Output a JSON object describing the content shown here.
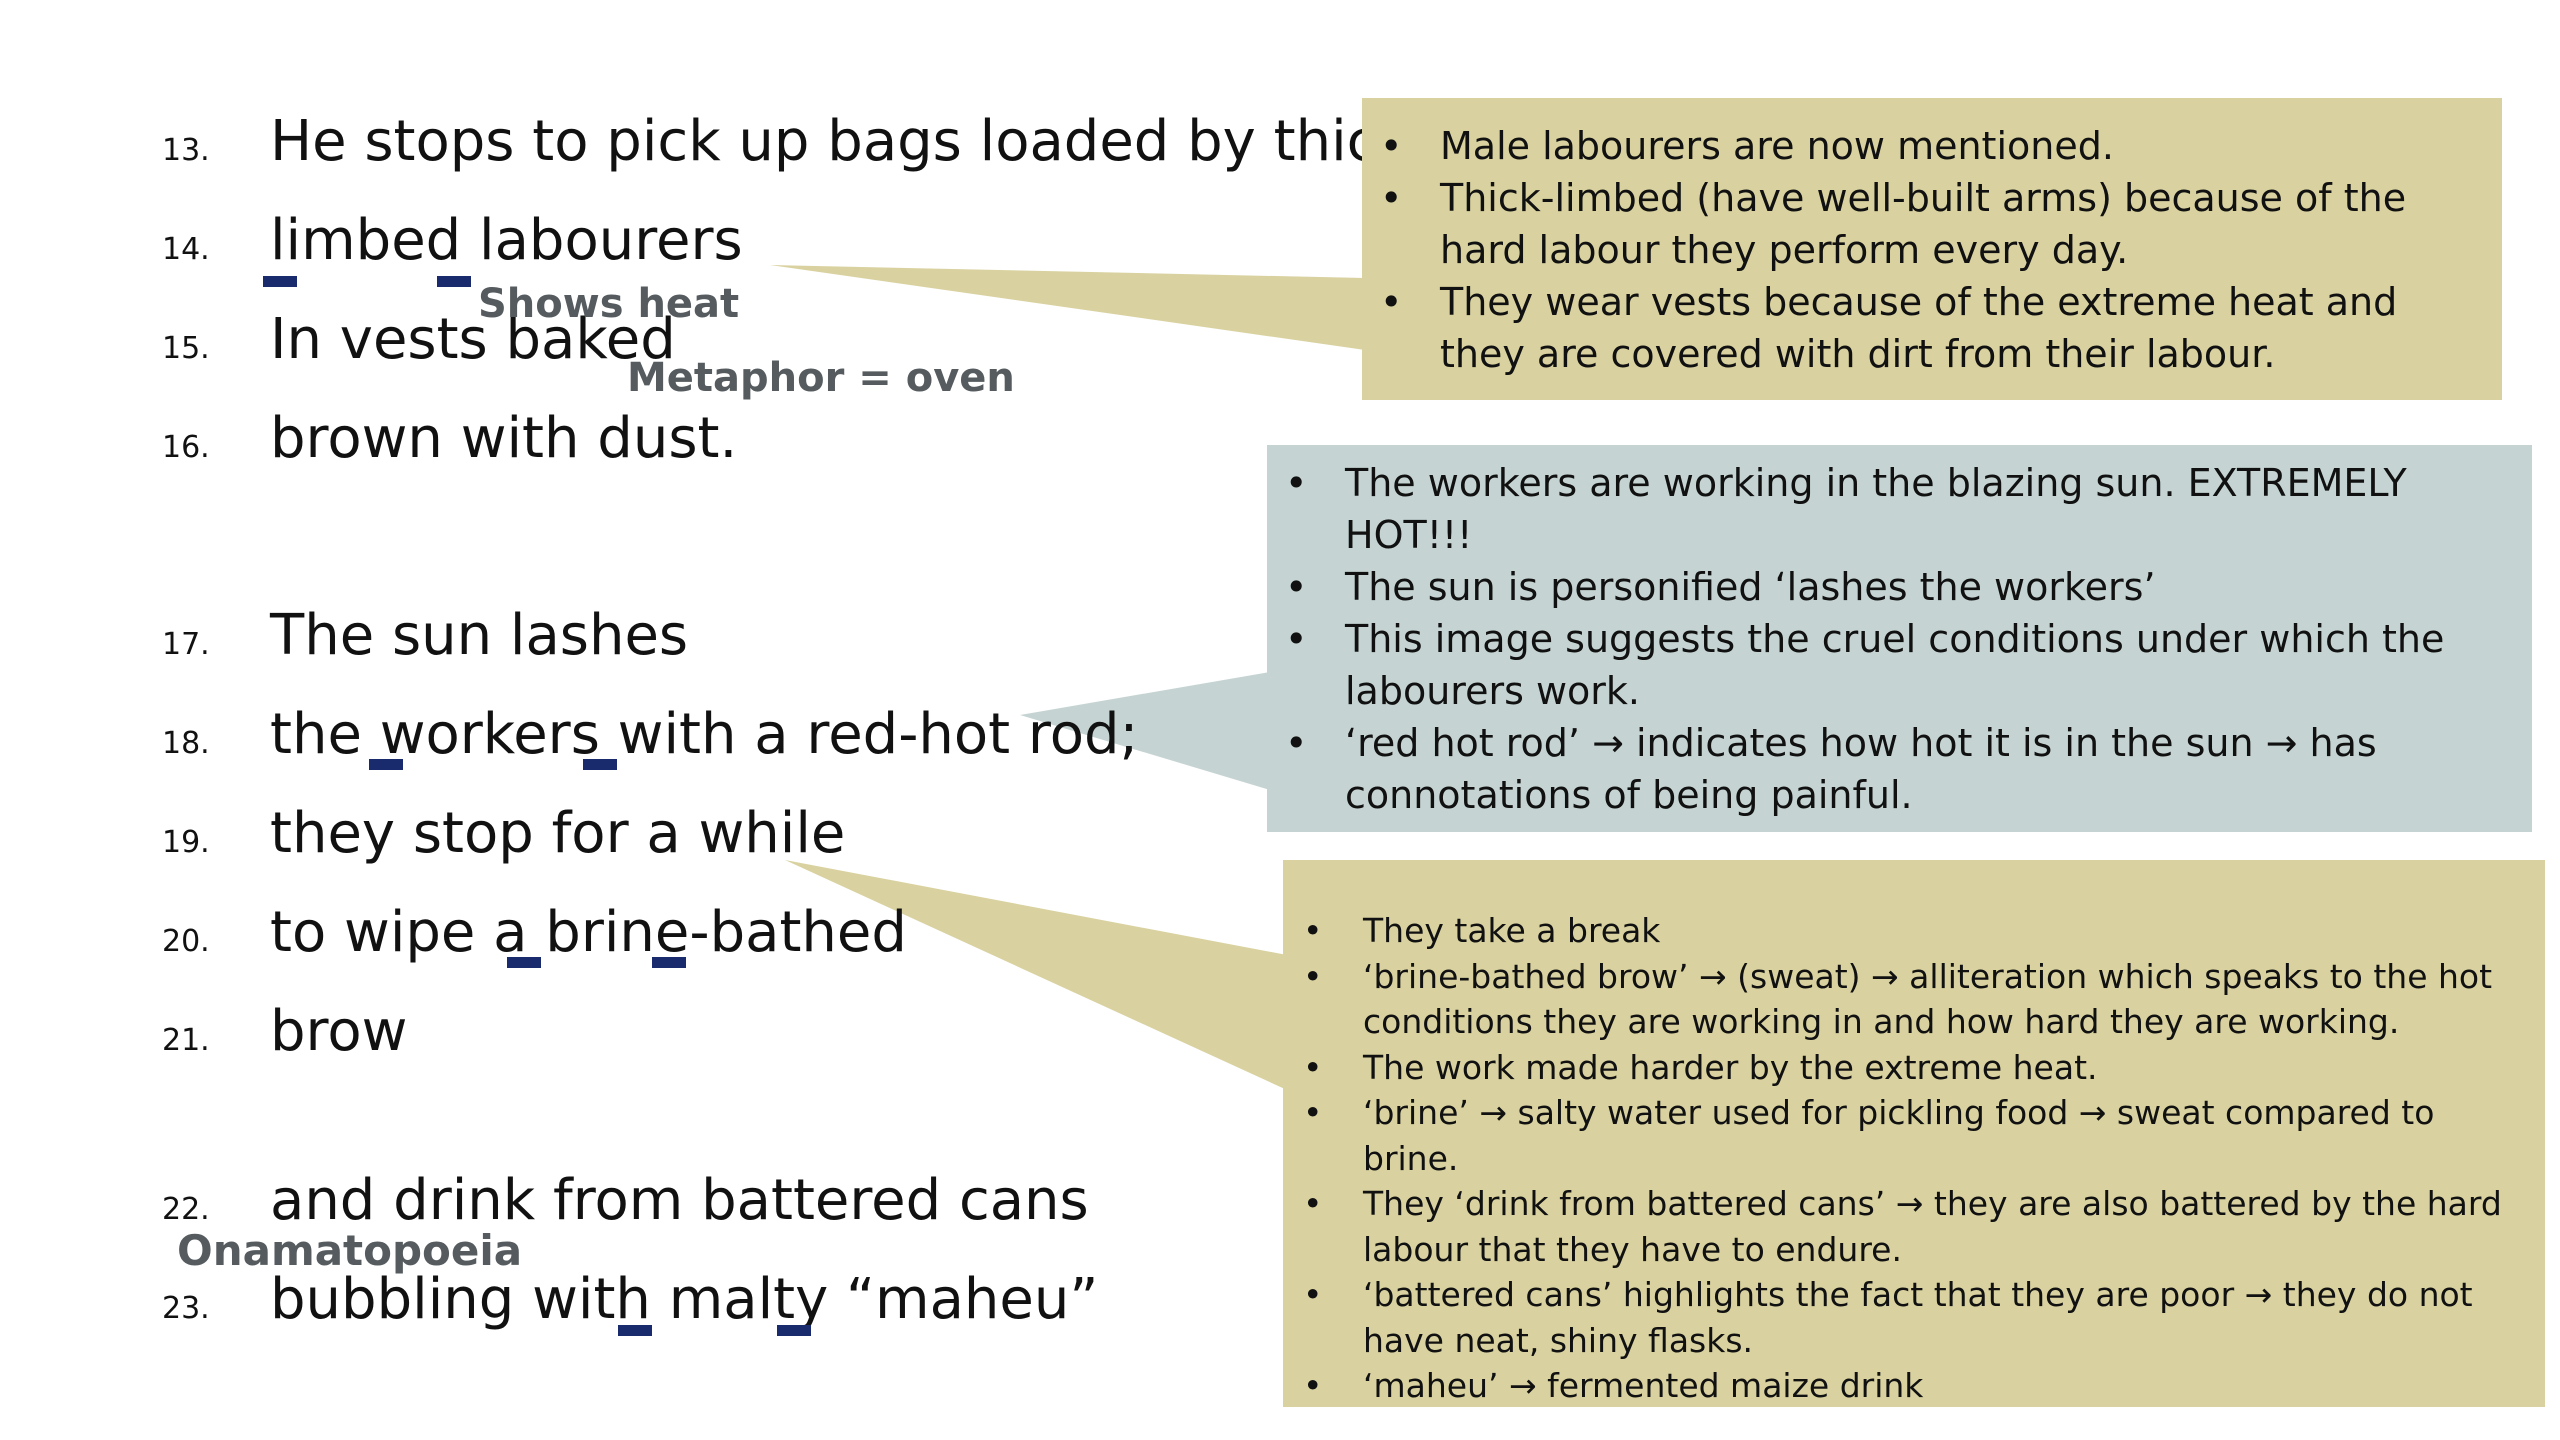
{
  "poem": {
    "lines": [
      {
        "num": "13.",
        "text": "He stops to pick up bags loaded by thick-"
      },
      {
        "num": "14.",
        "text": "limbed labourers"
      },
      {
        "num": "15.",
        "text": "In vests baked"
      },
      {
        "num": "16.",
        "text": "brown with dust."
      },
      {
        "num": "17.",
        "text": "The sun lashes"
      },
      {
        "num": "18.",
        "text": "the workers with a red-hot rod;"
      },
      {
        "num": "19.",
        "text": "they stop for a while"
      },
      {
        "num": "20.",
        "text": "to wipe a brine-bathed"
      },
      {
        "num": "21.",
        "text": "brow"
      },
      {
        "num": "22.",
        "text": "and drink from battered cans"
      },
      {
        "num": "23.",
        "text": "bubbling with malty “maheu”"
      }
    ]
  },
  "annotations": {
    "shows_heat": "Shows heat",
    "metaphor": "Metaphor = oven",
    "onomatopoeia": "Onamatopoeia"
  },
  "callouts": {
    "bullet": "•",
    "labourers": [
      "Male labourers are now mentioned.",
      "Thick-limbed (have well-built arms) because of the hard labour they perform every day.",
      "They wear vests because of the extreme heat and they are covered with dirt from their labour."
    ],
    "sun": [
      "The workers are working in the blazing sun. EXTREMELY HOT!!!",
      "The sun is personified ‘lashes the workers’",
      "This image suggests the cruel conditions under which the labourers work.",
      "‘red hot rod’ → indicates how hot it is in the sun → has connotations of being painful."
    ],
    "break": [
      "They take a break",
      "‘brine-bathed brow’ → (sweat) → alliteration which speaks to the hot conditions they are working in and how hard they are working.",
      "The work made harder by the extreme heat.",
      "‘brine’ → salty water used for pickling food → sweat compared to brine.",
      "They ‘drink from battered cans’ → they are also battered by the hard labour that they have to endure.",
      "‘battered cans’ highlights the fact that they are poor → they do not have neat, shiny flasks.",
      "‘maheu’ → fermented maize drink"
    ]
  },
  "colors": {
    "khaki": "#d9d2a0",
    "blue_grey": "#c5d4d3",
    "underline_mark": "#1a2b6d",
    "annotation_text": "#555b5e"
  }
}
